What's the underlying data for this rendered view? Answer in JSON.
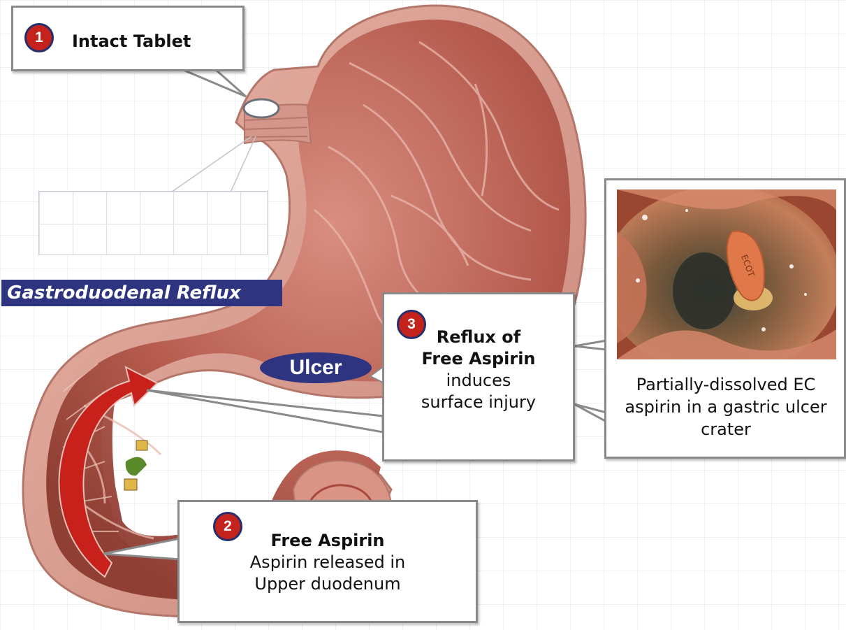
{
  "callouts": {
    "one": {
      "number": "1",
      "title": "Intact Tablet"
    },
    "two": {
      "number": "2",
      "title": "Free Aspirin",
      "line1": "Aspirin released in",
      "line2": "Upper duodenum"
    },
    "three": {
      "number": "3",
      "title_line1": "Reflux of",
      "title_line2": "Free Aspirin",
      "line1": "induces",
      "line2": "surface injury"
    }
  },
  "labels": {
    "reflux": "Gastroduodenal Reflux",
    "ulcer": "Ulcer"
  },
  "photo": {
    "caption_line1": "Partially-dissolved EC",
    "caption_line2": "aspirin in a gastric ulcer",
    "caption_line3": "crater",
    "pill_text": "ECOT"
  },
  "colors": {
    "badge_red": "#c4221c",
    "badge_border": "#262e6e",
    "label_navy": "#2f3480",
    "arrow_red": "#c8201a",
    "stomach_tissue": "#c77b6d",
    "stomach_inner": "#a8483c"
  }
}
